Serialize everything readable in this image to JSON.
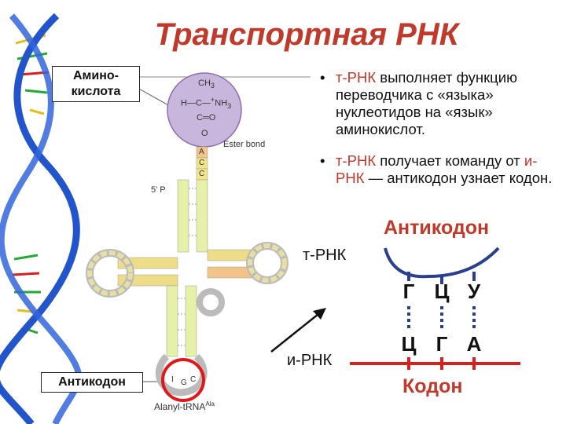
{
  "slide": {
    "title": "Транспортная РНК",
    "amino_label": "Амино-\nкислота",
    "amino_label_line1": "Амино-",
    "amino_label_line2": "кислота",
    "anticodon_box_label": "Антикодон",
    "bullets": [
      {
        "prefix": "т-РНК",
        "text": " выполняет функцию переводчика с «языка» нуклеотидов на «язык» аминокислот."
      },
      {
        "prefix": "т-РНК",
        "text_a": " получает команду от ",
        "mid": "и-РНК",
        "text_b": " — антикодон узнает кодон."
      }
    ],
    "anticodon_title": "Антикодон",
    "trna_label": "т-РНК",
    "mrna_label": "и-РНК",
    "anticodon_letters": [
      "Г",
      "Ц",
      "У"
    ],
    "codon_letters": [
      "Ц",
      "Г",
      "А"
    ],
    "codon_title": "Кодон"
  },
  "figure": {
    "ch3": "CH",
    "ch3_sub": "3",
    "h_c": "H—C—",
    "nh3": "NH",
    "nh3_sub": "3",
    "plus": "+",
    "c_o": "C═O",
    "o": "O",
    "ester_bond": "Ester bond",
    "five_prime": "5' P",
    "caption": "Alanyl-tRNA",
    "caption_sup": "Ala",
    "anticodon_bases": [
      "I",
      "G",
      "C"
    ],
    "acceptor_tail": [
      "A",
      "C",
      "C"
    ]
  },
  "colors": {
    "title_red": "#c0392b",
    "mrna_line": "#d62020",
    "trna_arc": "#2a3f8f",
    "arrow": "#111111",
    "dotted": "#2a3f8f",
    "amino_circle": "#c9b6dc",
    "dna_blue": "#2255cc",
    "dna_green": "#22aa33"
  }
}
